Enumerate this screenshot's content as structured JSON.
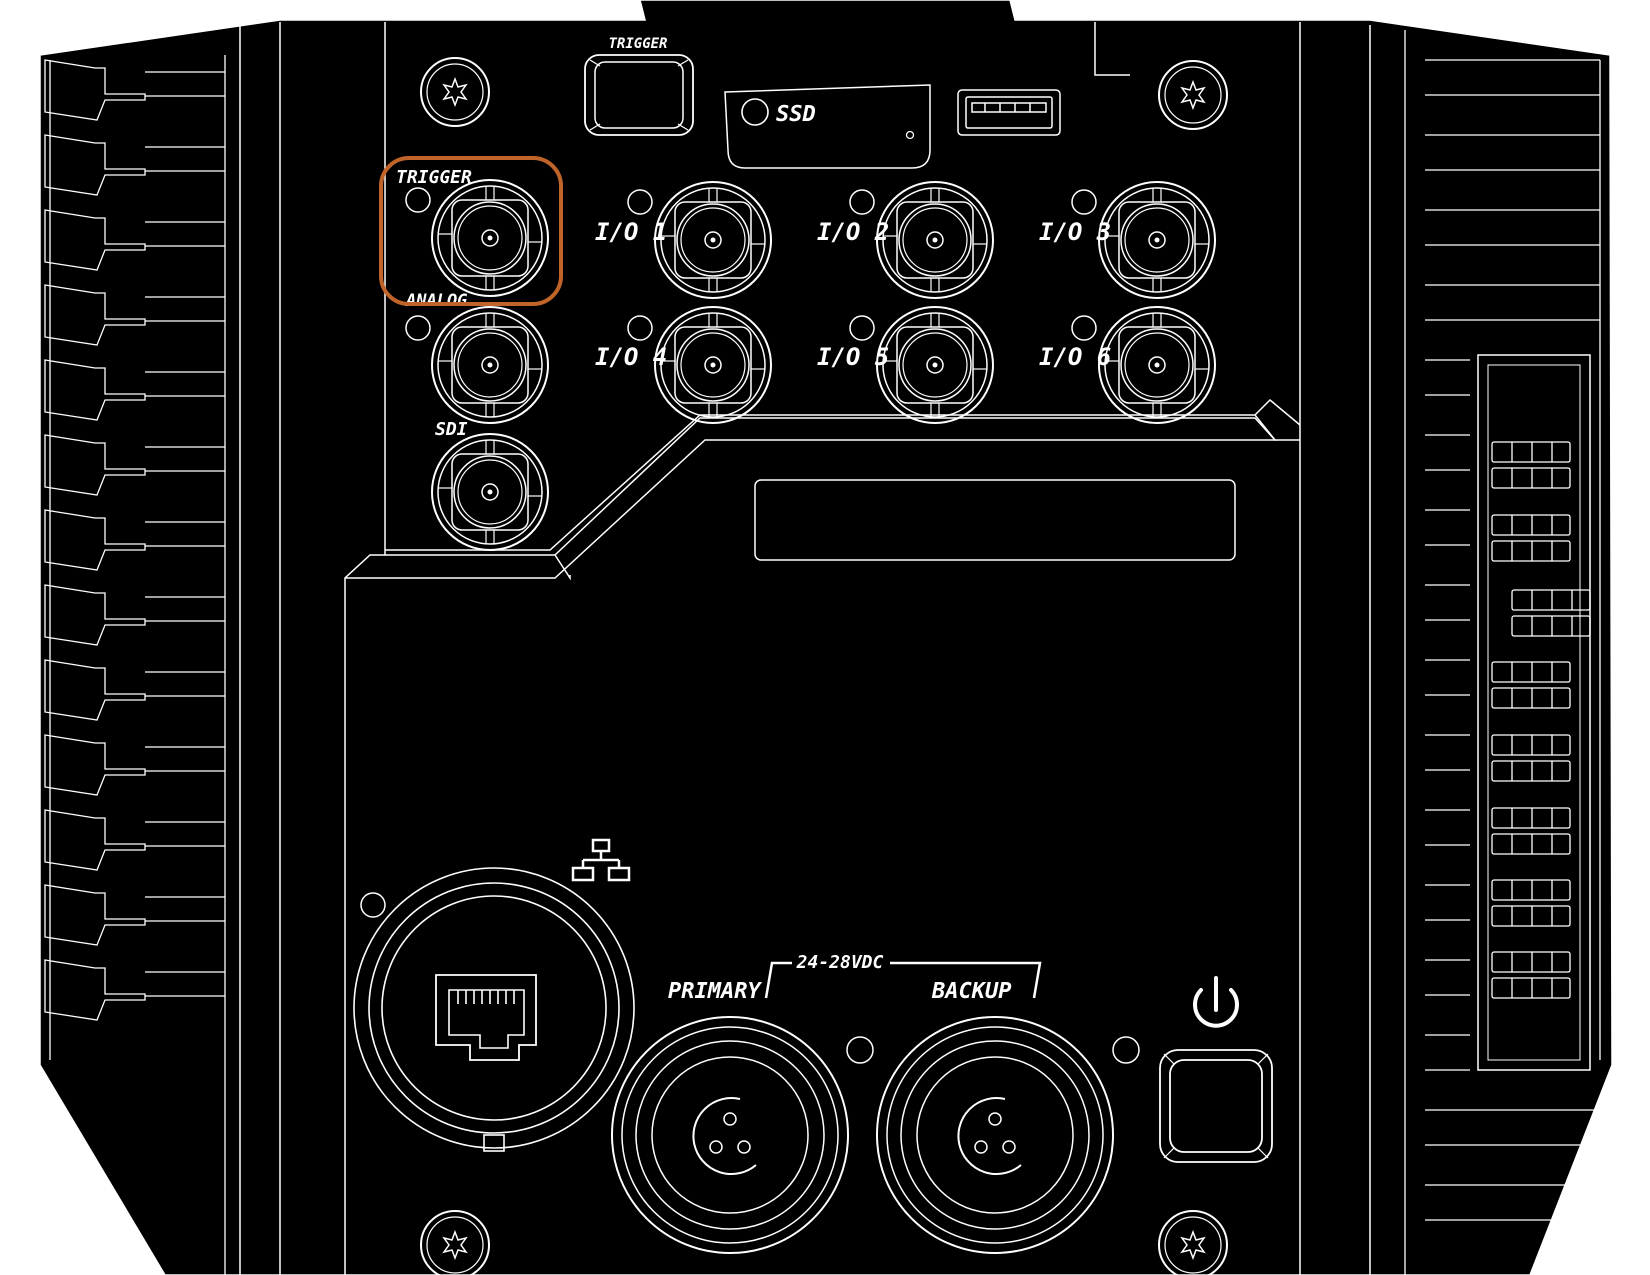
{
  "labels": {
    "top_trigger_button": "TRIGGER",
    "ssd": "SSD",
    "trigger_bnc": "TRIGGER",
    "analog_bnc": "ANALOG",
    "sdi_bnc": "SDI",
    "io1": "I/O 1",
    "io2": "I/O 2",
    "io3": "I/O 3",
    "io4": "I/O 4",
    "io5": "I/O 5",
    "io6": "I/O 6",
    "power_voltage": "24-28VDC",
    "primary_power": "PRIMARY",
    "backup_power": "BACKUP"
  },
  "icons": {
    "network": "network-icon",
    "power": "power-icon",
    "usb": "usb-port-icon",
    "screw": "torx-screw-icon"
  },
  "colors": {
    "background": "#ffffff",
    "body": "#000000",
    "line": "#ffffff",
    "highlight": "#c0642a"
  },
  "highlight": {
    "target": "trigger_bnc"
  }
}
